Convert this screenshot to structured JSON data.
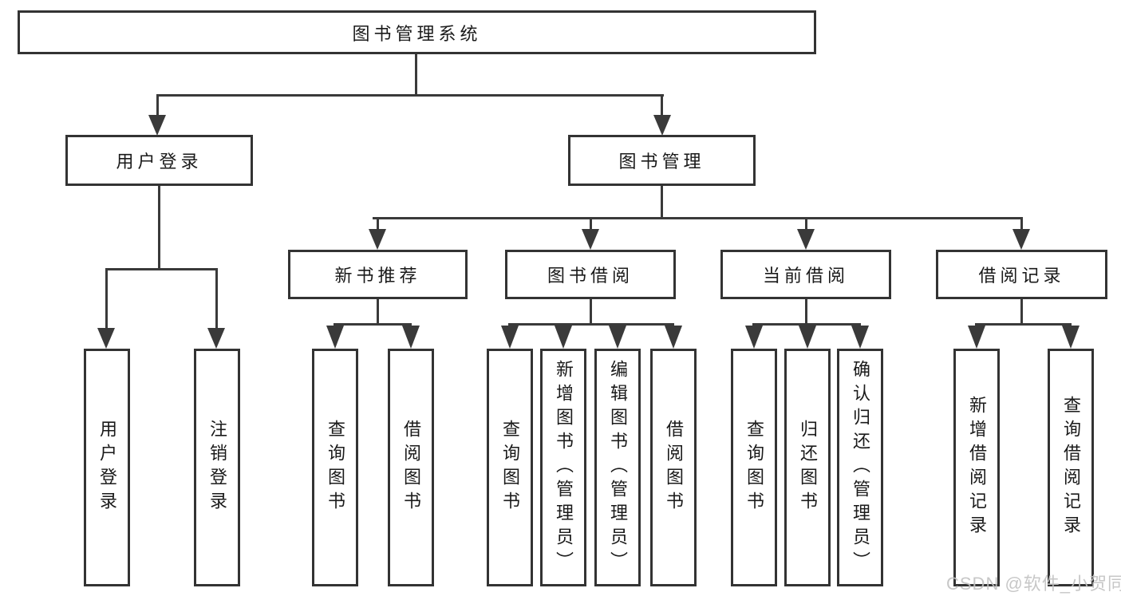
{
  "tree": {
    "label": "图书管理系统",
    "children": [
      {
        "label": "用户登录",
        "children": [
          {
            "label": "用户登录"
          },
          {
            "label": "注销登录"
          }
        ]
      },
      {
        "label": "图书管理",
        "children": [
          {
            "label": "新书推荐",
            "children": [
              {
                "label": "查询图书"
              },
              {
                "label": "借阅图书"
              }
            ]
          },
          {
            "label": "图书借阅",
            "children": [
              {
                "label": "查询图书"
              },
              {
                "label": "新增图书（管理员）"
              },
              {
                "label": "编辑图书（管理员）"
              },
              {
                "label": "借阅图书"
              }
            ]
          },
          {
            "label": "当前借阅",
            "children": [
              {
                "label": "查询图书"
              },
              {
                "label": "归还图书"
              },
              {
                "label": "确认归还（管理员）"
              }
            ]
          },
          {
            "label": "借阅记录",
            "children": [
              {
                "label": "新增借阅记录"
              },
              {
                "label": "查询借阅记录"
              }
            ]
          }
        ]
      }
    ]
  },
  "watermark": {
    "text": "CSDN @软件_小贺同学"
  },
  "colors": {
    "line": "#3a3a3a",
    "border": "#333333",
    "text": "#1a1a1a",
    "watermark": "#c2c2c2",
    "background": "#ffffff"
  }
}
